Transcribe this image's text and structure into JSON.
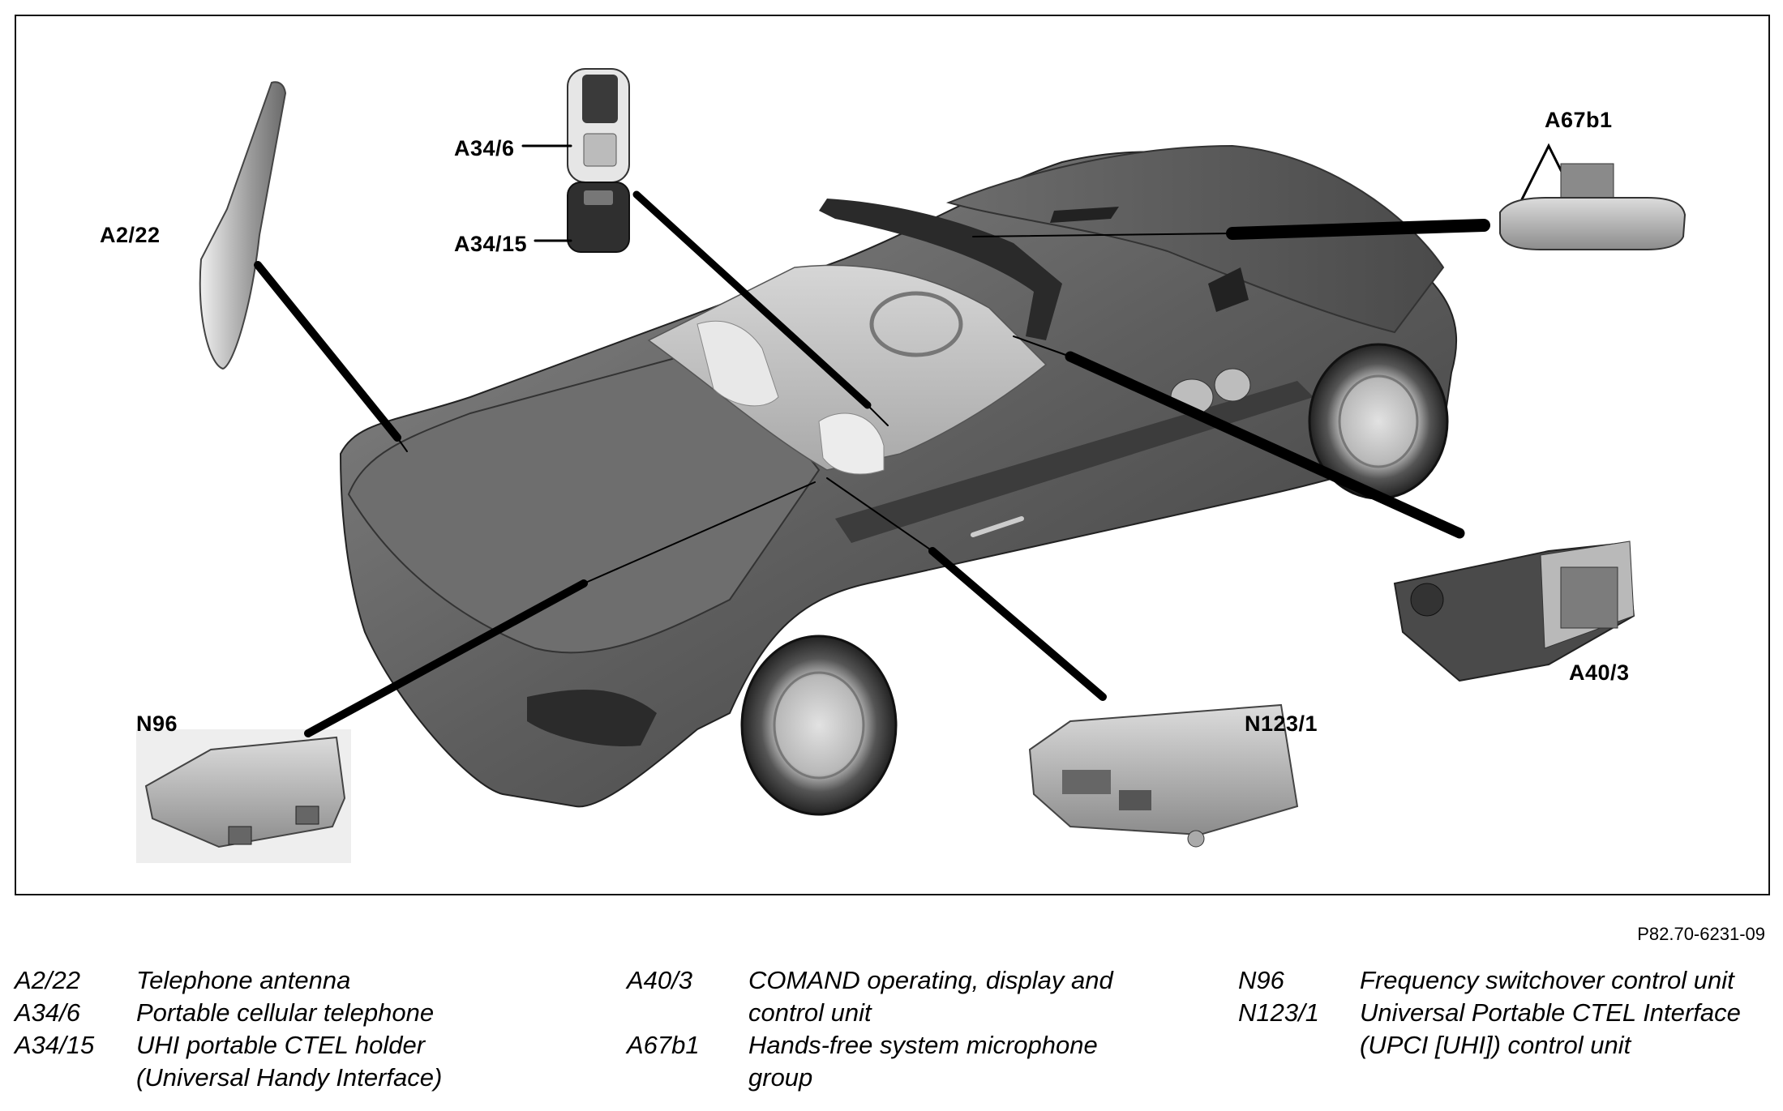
{
  "callouts": {
    "a2_22": "A2/22",
    "a34_6": "A34/6",
    "a34_15": "A34/15",
    "a67b1": "A67b1",
    "a40_3": "A40/3",
    "n96": "N96",
    "n123_1": "N123/1"
  },
  "figure_code": "P82.70-6231-09",
  "legend": {
    "col1": [
      {
        "code": "A2/22",
        "lines": [
          "Telephone antenna"
        ]
      },
      {
        "code": "A34/6",
        "lines": [
          "Portable cellular telephone"
        ]
      },
      {
        "code": "A34/15",
        "lines": [
          "UHI portable CTEL holder",
          "(Universal Handy Interface)"
        ]
      }
    ],
    "col2": [
      {
        "code": "A40/3",
        "lines": [
          "COMAND operating, display and",
          "control unit"
        ]
      },
      {
        "code": "A67b1",
        "lines": [
          "Hands-free system microphone",
          "group"
        ]
      }
    ],
    "col3": [
      {
        "code": "N96",
        "lines": [
          "Frequency switchover control unit"
        ]
      },
      {
        "code": "N123/1",
        "lines": [
          "Universal Portable CTEL Interface",
          "(UPCI [UHI]) control unit"
        ]
      }
    ]
  }
}
